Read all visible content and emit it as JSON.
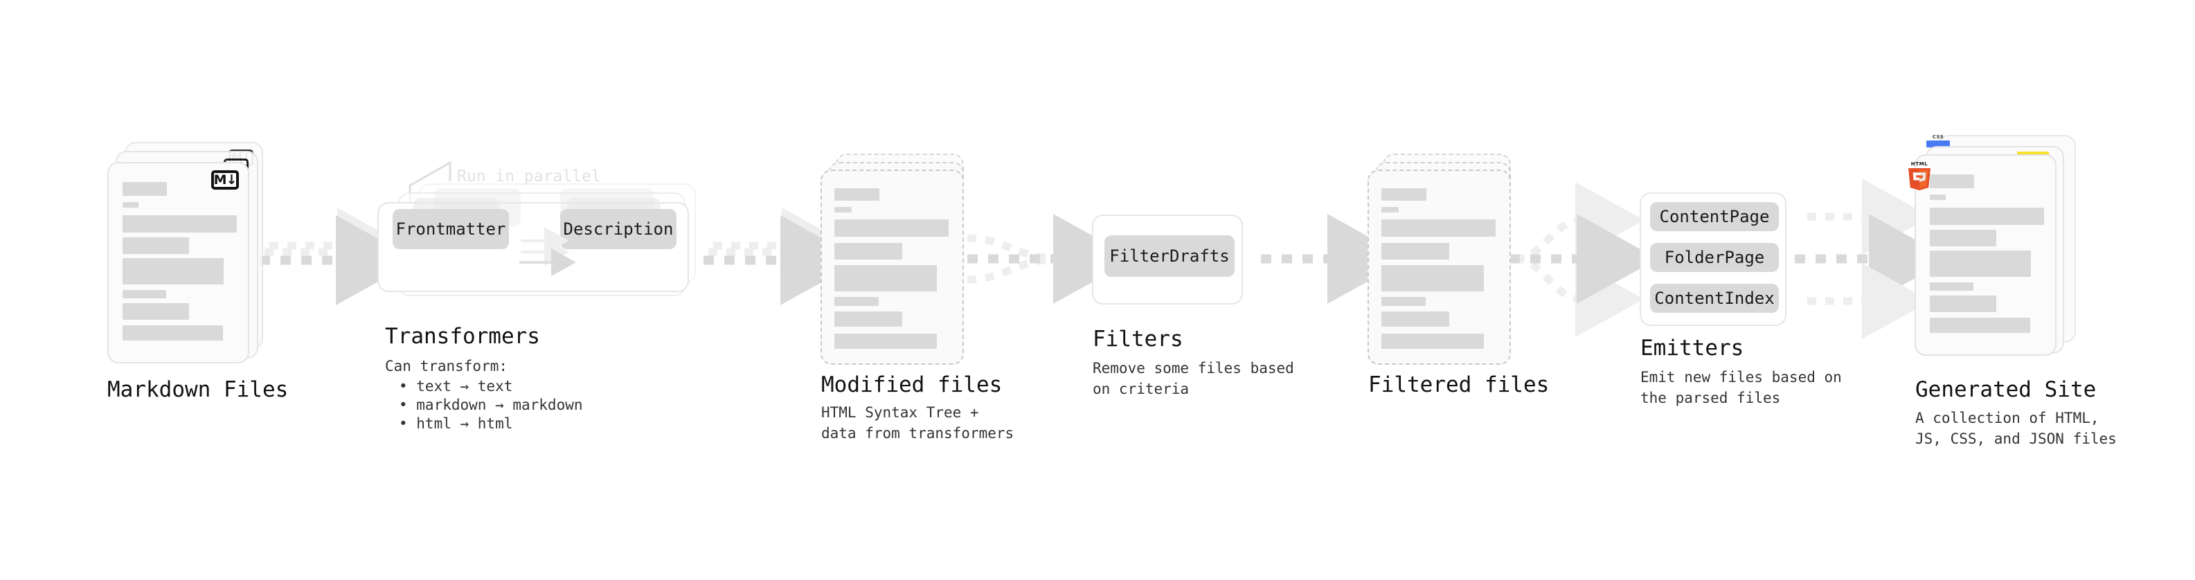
{
  "diagram": {
    "type": "pipeline-flow",
    "background": "#ffffff",
    "accent_gray": "#d9d9d9",
    "stages": [
      {
        "id": "markdown-files",
        "title": "Markdown Files",
        "subtitle": "",
        "kind": "file-stack",
        "badge": "markdown-icon",
        "badge_text": "M↓"
      },
      {
        "id": "transformers",
        "title": "Transformers",
        "subtitle": "Can transform:",
        "note": "Run in parallel",
        "kind": "group-box-stack",
        "bullets": [
          "• text → text",
          "• markdown → markdown",
          "• html → html"
        ],
        "chips": [
          "Frontmatter",
          "Description"
        ]
      },
      {
        "id": "modified-files",
        "title": "Modified files",
        "subtitle": "HTML Syntax Tree +\ndata from transformers",
        "kind": "file-stack-dashed"
      },
      {
        "id": "filters",
        "title": "Filters",
        "subtitle": "Remove some files based\non criteria",
        "kind": "group-box",
        "chips": [
          "FilterDrafts"
        ]
      },
      {
        "id": "filtered-files",
        "title": "Filtered files",
        "subtitle": "",
        "kind": "file-stack-dashed"
      },
      {
        "id": "emitters",
        "title": "Emitters",
        "subtitle": "Emit new files based on\nthe parsed files",
        "kind": "group-box",
        "chips": [
          "ContentPage",
          "FolderPage",
          "ContentIndex"
        ]
      },
      {
        "id": "generated-site",
        "title": "Generated Site",
        "subtitle": "A collection of HTML,\nJS, CSS, and JSON files",
        "kind": "file-stack",
        "badges": [
          "html5-icon",
          "js-icon",
          "css3-icon"
        ],
        "badge_text": "HTML"
      }
    ],
    "connectors": [
      {
        "from": "markdown-files",
        "to": "transformers",
        "style": "dashed-triple-parallel"
      },
      {
        "from": "transformers",
        "to": "modified-files",
        "style": "dashed-triple-parallel"
      },
      {
        "from": "modified-files",
        "to": "filters",
        "style": "dashed-merge"
      },
      {
        "from": "filters",
        "to": "filtered-files",
        "style": "dashed-single"
      },
      {
        "from": "filtered-files",
        "to": "emitters",
        "style": "dashed-split"
      },
      {
        "from": "emitters",
        "to": "generated-site",
        "style": "dashed-triple-merge"
      }
    ]
  }
}
